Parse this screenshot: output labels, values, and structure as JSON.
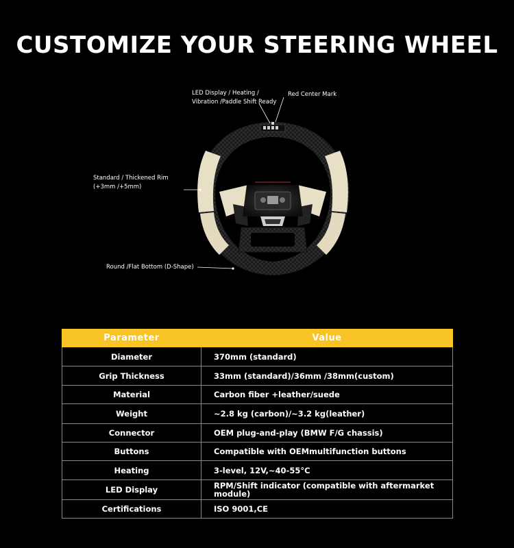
{
  "page": {
    "title": "CUSTOMIZE YOUR STEERING WHEEL"
  },
  "callouts": {
    "led_display": [
      "LED Display / Heating /",
      "Vibration /Paddle Shift Ready"
    ],
    "red_center_mark": "Red Center Mark",
    "rim": [
      "Standard / Thickened Rim",
      "(+3mm /+5mm)"
    ],
    "bottom": "Round /Flat Bottom (D-Shape)"
  },
  "table": {
    "headers": [
      "Parameter",
      "Value"
    ],
    "rows": [
      {
        "param": "Diameter",
        "value": "370mm (standard)"
      },
      {
        "param": "Grip Thickness",
        "value": "33mm (standard)/36mm /38mm(custom)"
      },
      {
        "param": "Material",
        "value": "Carbon fiber +leather/suede"
      },
      {
        "param": "Weight",
        "value": "~2.8 kg (carbon)/~3.2 kg(leather)"
      },
      {
        "param": "Connector",
        "value": "OEM plug-and-play (BMW F/G chassis)"
      },
      {
        "param": "Buttons",
        "value": "Compatible with OEMmultifunction buttons"
      },
      {
        "param": "Heating",
        "value": "3-level, 12V,~40-55°C"
      },
      {
        "param": "LED Display",
        "value": "RPM/Shift indicator (compatible with aftermarket  module)"
      },
      {
        "param": "Certifications",
        "value": "ISO 9001,CE"
      }
    ]
  },
  "colors": {
    "background": "#000000",
    "header_yellow": "#f7c325",
    "cream_leather": "#e8e0c6",
    "carbon": "#1c1c1c",
    "border": "#8a8a8a"
  },
  "icons": {
    "wheel": "steering-wheel-illustration"
  }
}
